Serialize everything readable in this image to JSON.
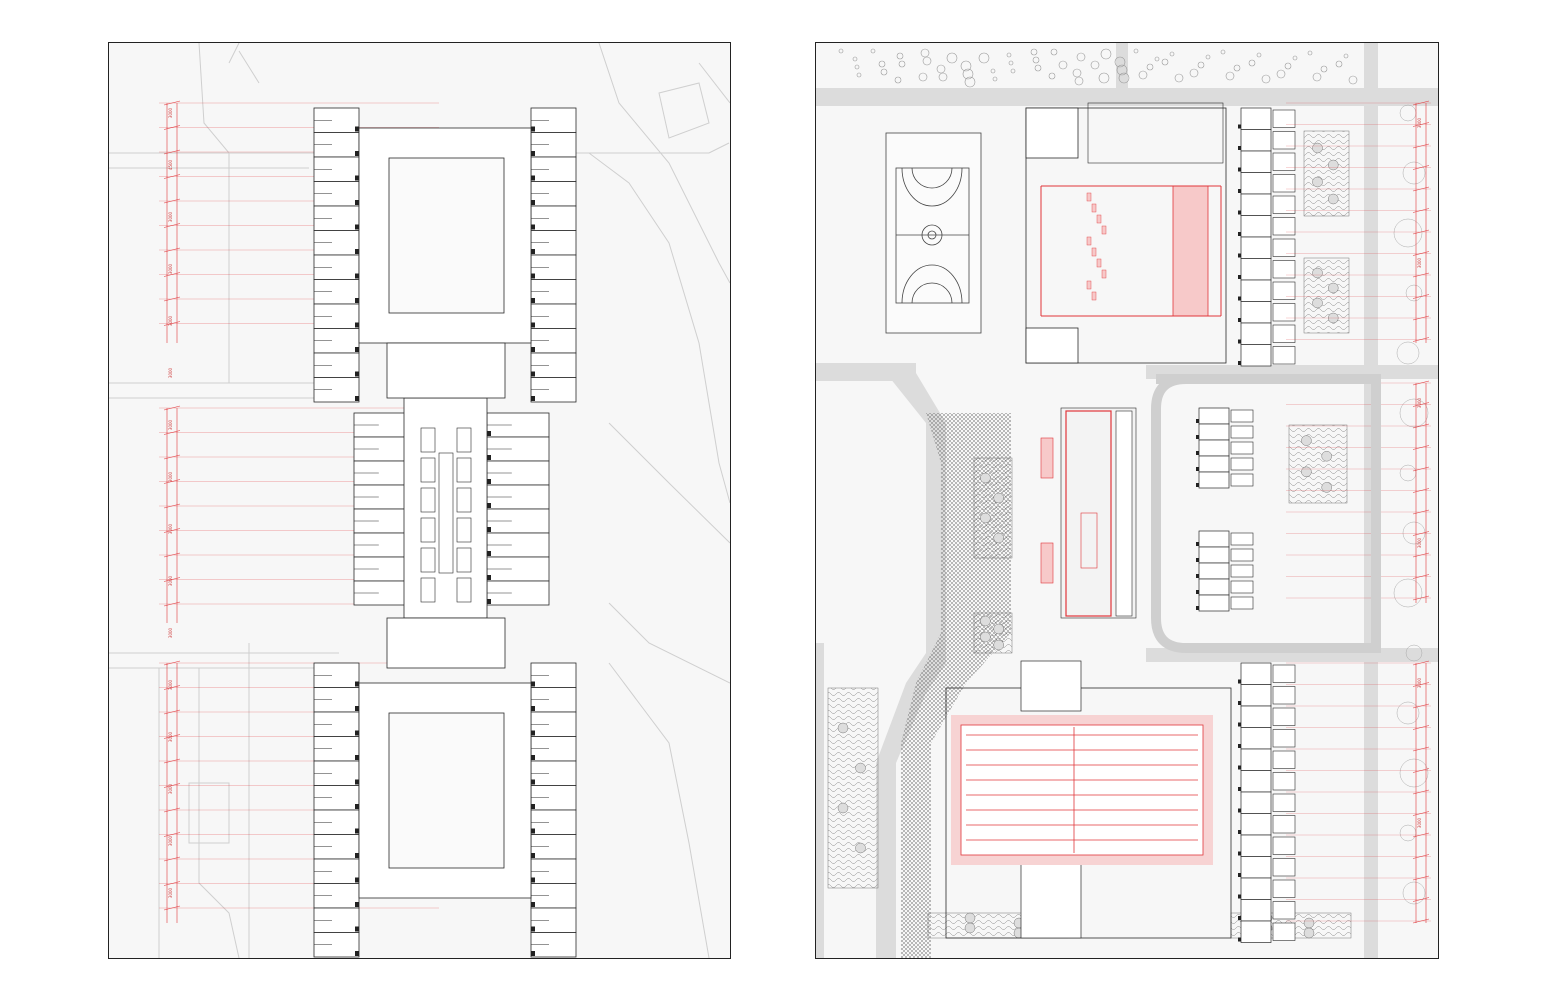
{
  "colors": {
    "accent": "#e0363a",
    "accent_fill": "#f7c9c9",
    "line": "#2a2a2a",
    "road": "#dcdcdc",
    "ground": "#f7f7f7"
  },
  "left_plan": {
    "dimension_labels": [
      "3000",
      "4500",
      "3000",
      "3000",
      "3000",
      "3000",
      "3000",
      "3000",
      "3000",
      "3000",
      "3000",
      "3000",
      "3000",
      "3000",
      "3000",
      "3000"
    ]
  },
  "right_plan": {
    "dimension_labels": [
      "3000",
      "3000",
      "3000",
      "3000",
      "3000",
      "3000"
    ]
  }
}
